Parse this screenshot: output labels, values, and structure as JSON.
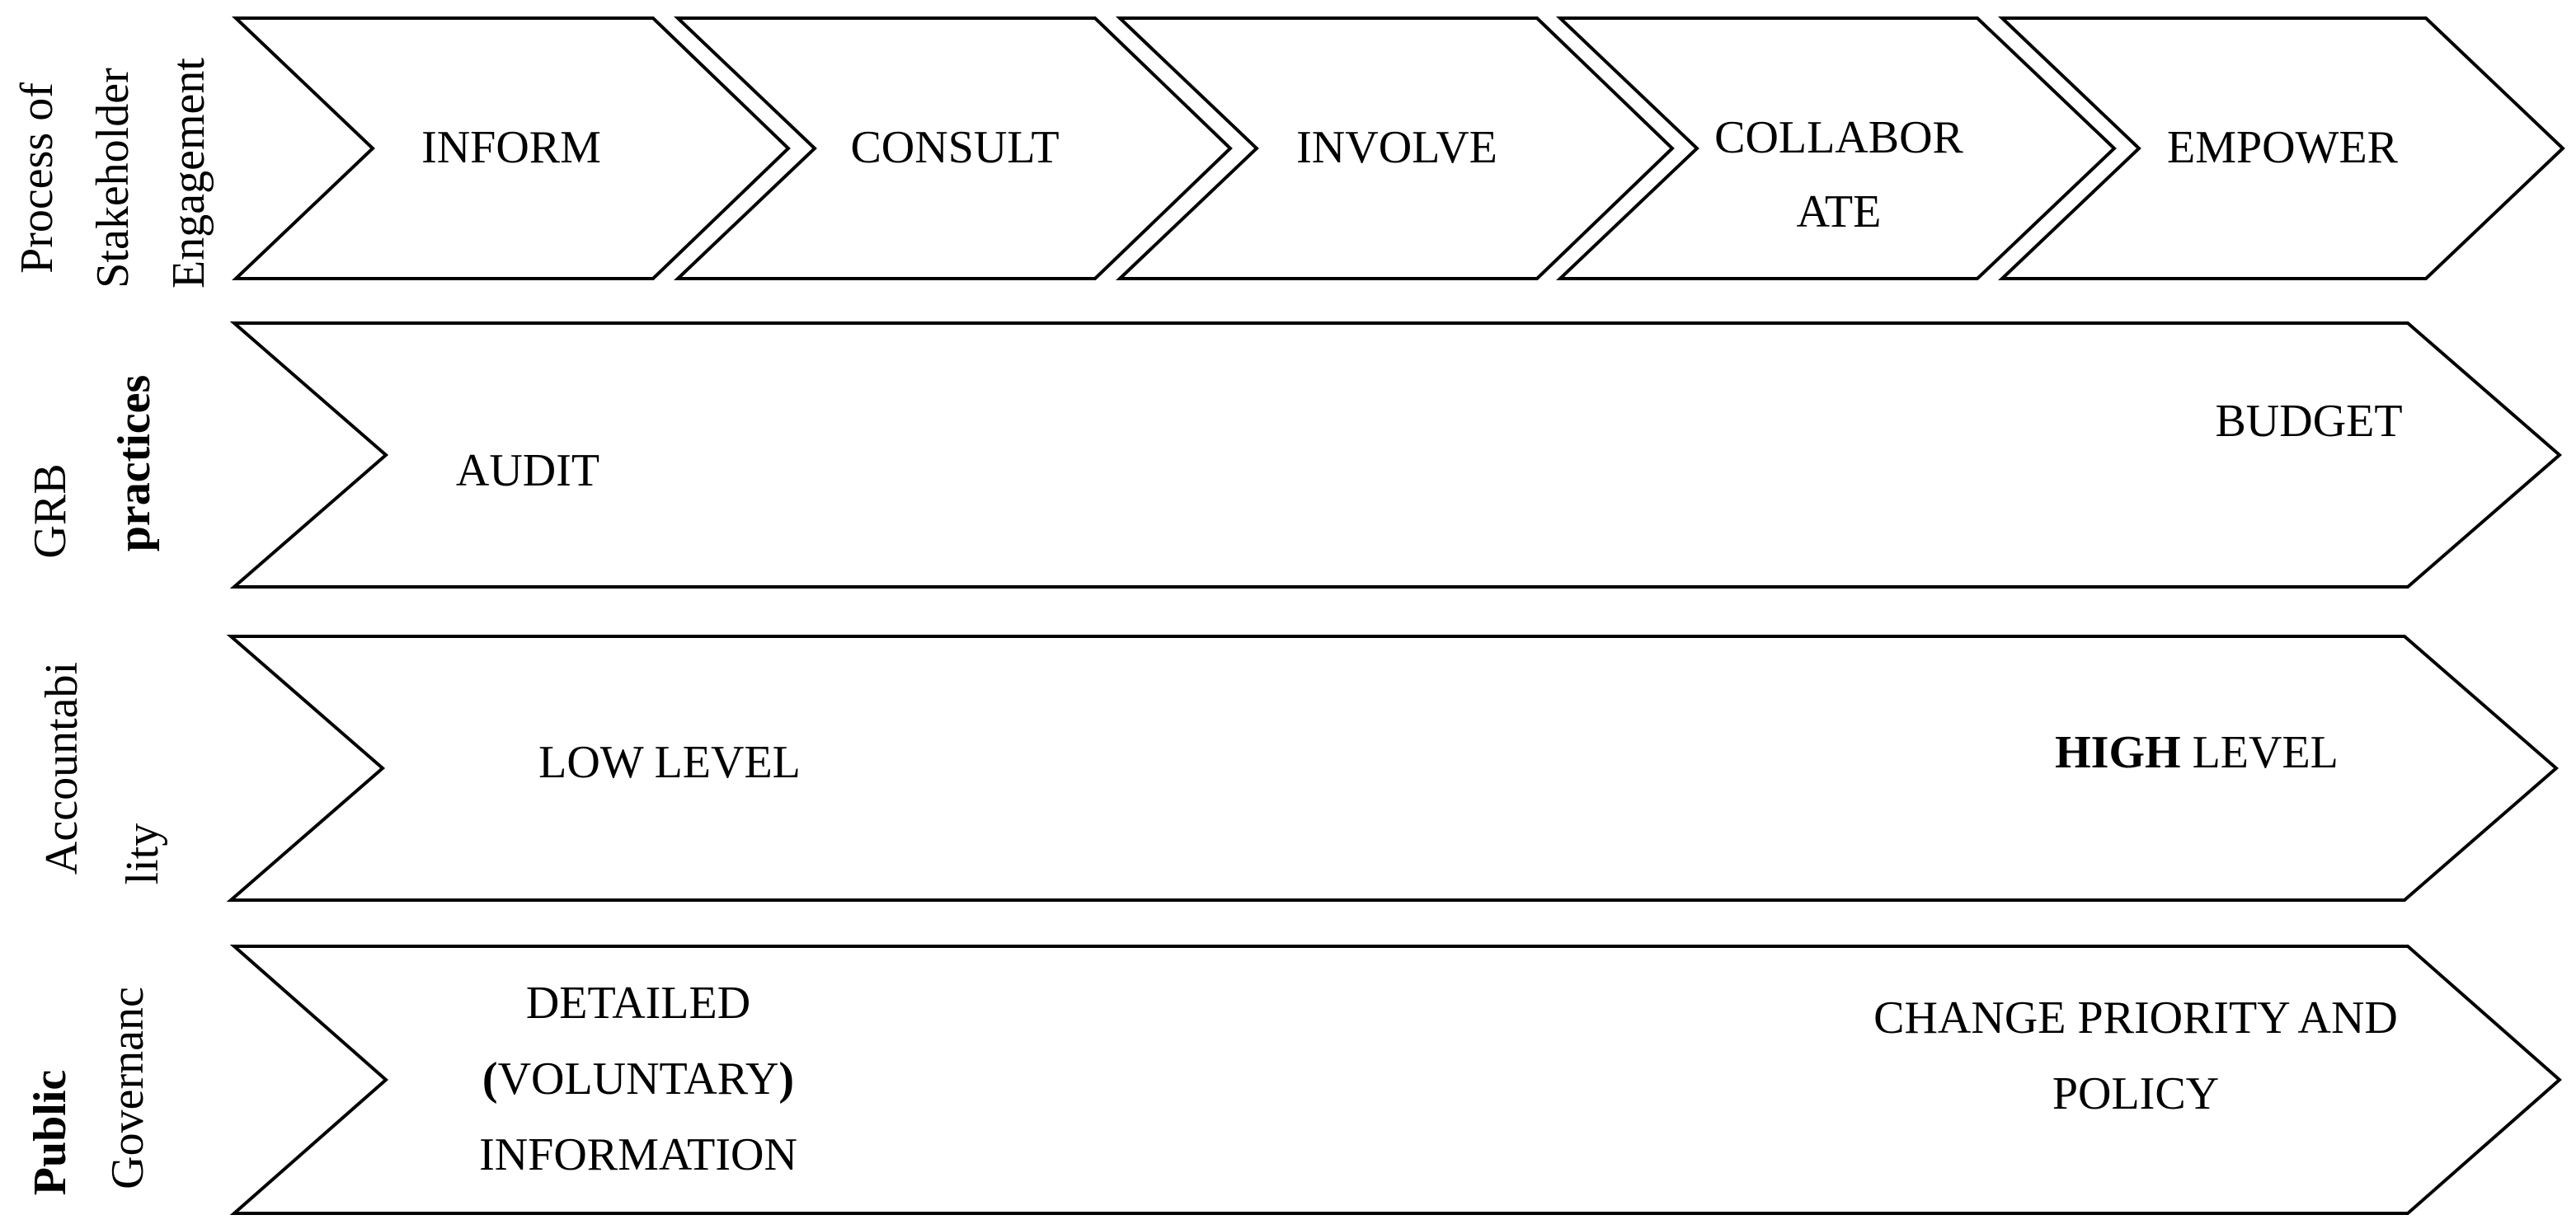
{
  "stages": [
    {
      "lines": [
        "INFORM"
      ]
    },
    {
      "lines": [
        "CONSULT"
      ]
    },
    {
      "lines": [
        "INVOLVE"
      ]
    },
    {
      "lines": [
        "COLLABOR",
        "ATE"
      ]
    },
    {
      "lines": [
        "EMPOWER"
      ]
    }
  ],
  "row_labels": {
    "engagement": {
      "lines": [
        "Process of",
        "Stakeholder",
        "Engagement"
      ]
    },
    "grb": {
      "line1": "GRB",
      "line2": "practices"
    },
    "accountability": {
      "line1": "Accountabi",
      "line2": "lity"
    },
    "governance": {
      "line1": "Public",
      "line2": "Governanc"
    }
  },
  "grb": {
    "left": "AUDIT",
    "right": "BUDGET"
  },
  "accountability": {
    "left": "LOW LEVEL",
    "right_bold": "HIGH",
    "right_rest": " LEVEL"
  },
  "governance": {
    "left": {
      "l1": "DETAILED",
      "l2a": "(",
      "l2b": "VOLUNTARY",
      "l2c": ")",
      "l3": "INFORMATION"
    },
    "right": {
      "l1": "CHANGE PRIORITY AND",
      "l2": "POLICY"
    }
  },
  "colors": {
    "stroke": "#000000",
    "fill": "#ffffff",
    "text": "#000000"
  }
}
